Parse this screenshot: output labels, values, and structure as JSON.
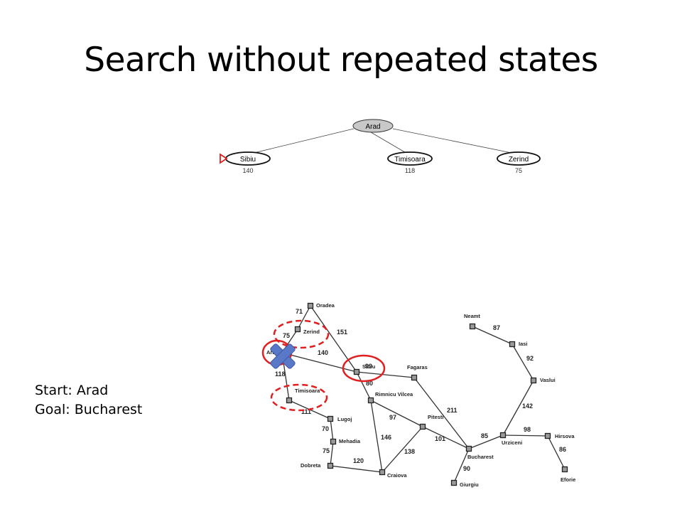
{
  "title": "Search without repeated states",
  "problem": {
    "start_label": "Start: Arad",
    "goal_label": "Goal: Bucharest"
  },
  "search_tree": {
    "root": "Arad",
    "children": [
      {
        "name": "Sibiu",
        "cost": "140",
        "marked_next": true
      },
      {
        "name": "Timisoara",
        "cost": "118",
        "marked_next": false
      },
      {
        "name": "Zerind",
        "cost": "75",
        "marked_next": false
      }
    ]
  },
  "map": {
    "cities": [
      "Oradea",
      "Zerind",
      "Arad",
      "Sibiu",
      "Fagaras",
      "Timisoara",
      "Rimnicu Vilcea",
      "Lugoj",
      "Mehadia",
      "Dobreta",
      "Craiova",
      "Pitesti",
      "Bucharest",
      "Giurgiu",
      "Urziceni",
      "Hirsova",
      "Eforie",
      "Vaslui",
      "Iasi",
      "Neamt"
    ],
    "roads": [
      {
        "from": "Oradea",
        "to": "Zerind",
        "distance": "71"
      },
      {
        "from": "Oradea",
        "to": "Sibiu",
        "distance": "151"
      },
      {
        "from": "Zerind",
        "to": "Arad",
        "distance": "75"
      },
      {
        "from": "Arad",
        "to": "Sibiu",
        "distance": "140"
      },
      {
        "from": "Arad",
        "to": "Timisoara",
        "distance": "118"
      },
      {
        "from": "Sibiu",
        "to": "Fagaras",
        "distance": "99"
      },
      {
        "from": "Sibiu",
        "to": "Rimnicu Vilcea",
        "distance": "80"
      },
      {
        "from": "Timisoara",
        "to": "Lugoj",
        "distance": "111"
      },
      {
        "from": "Lugoj",
        "to": "Mehadia",
        "distance": "70"
      },
      {
        "from": "Mehadia",
        "to": "Dobreta",
        "distance": "75"
      },
      {
        "from": "Dobreta",
        "to": "Craiova",
        "distance": "120"
      },
      {
        "from": "Rimnicu Vilcea",
        "to": "Craiova",
        "distance": "146"
      },
      {
        "from": "Rimnicu Vilcea",
        "to": "Pitesti",
        "distance": "97"
      },
      {
        "from": "Craiova",
        "to": "Pitesti",
        "distance": "138"
      },
      {
        "from": "Fagaras",
        "to": "Bucharest",
        "distance": "211"
      },
      {
        "from": "Pitesti",
        "to": "Bucharest",
        "distance": "101"
      },
      {
        "from": "Bucharest",
        "to": "Giurgiu",
        "distance": "90"
      },
      {
        "from": "Bucharest",
        "to": "Urziceni",
        "distance": "85"
      },
      {
        "from": "Urziceni",
        "to": "Hirsova",
        "distance": "98"
      },
      {
        "from": "Hirsova",
        "to": "Eforie",
        "distance": "86"
      },
      {
        "from": "Urziceni",
        "to": "Vaslui",
        "distance": "142"
      },
      {
        "from": "Vaslui",
        "to": "Iasi",
        "distance": "92"
      },
      {
        "from": "Iasi",
        "to": "Neamt",
        "distance": "87"
      }
    ],
    "highlighted_visited": [
      "Arad",
      "Sibiu"
    ],
    "highlighted_frontier": [
      "Zerind",
      "Timisoara"
    ],
    "removed_marker_on": "Arad"
  },
  "colors": {
    "root_fill": "#c8c8c8",
    "marker_red": "#e21f1f",
    "cross_blue": "#5a78c8",
    "road": "#333333",
    "city_fill": "#9a9a9a"
  }
}
